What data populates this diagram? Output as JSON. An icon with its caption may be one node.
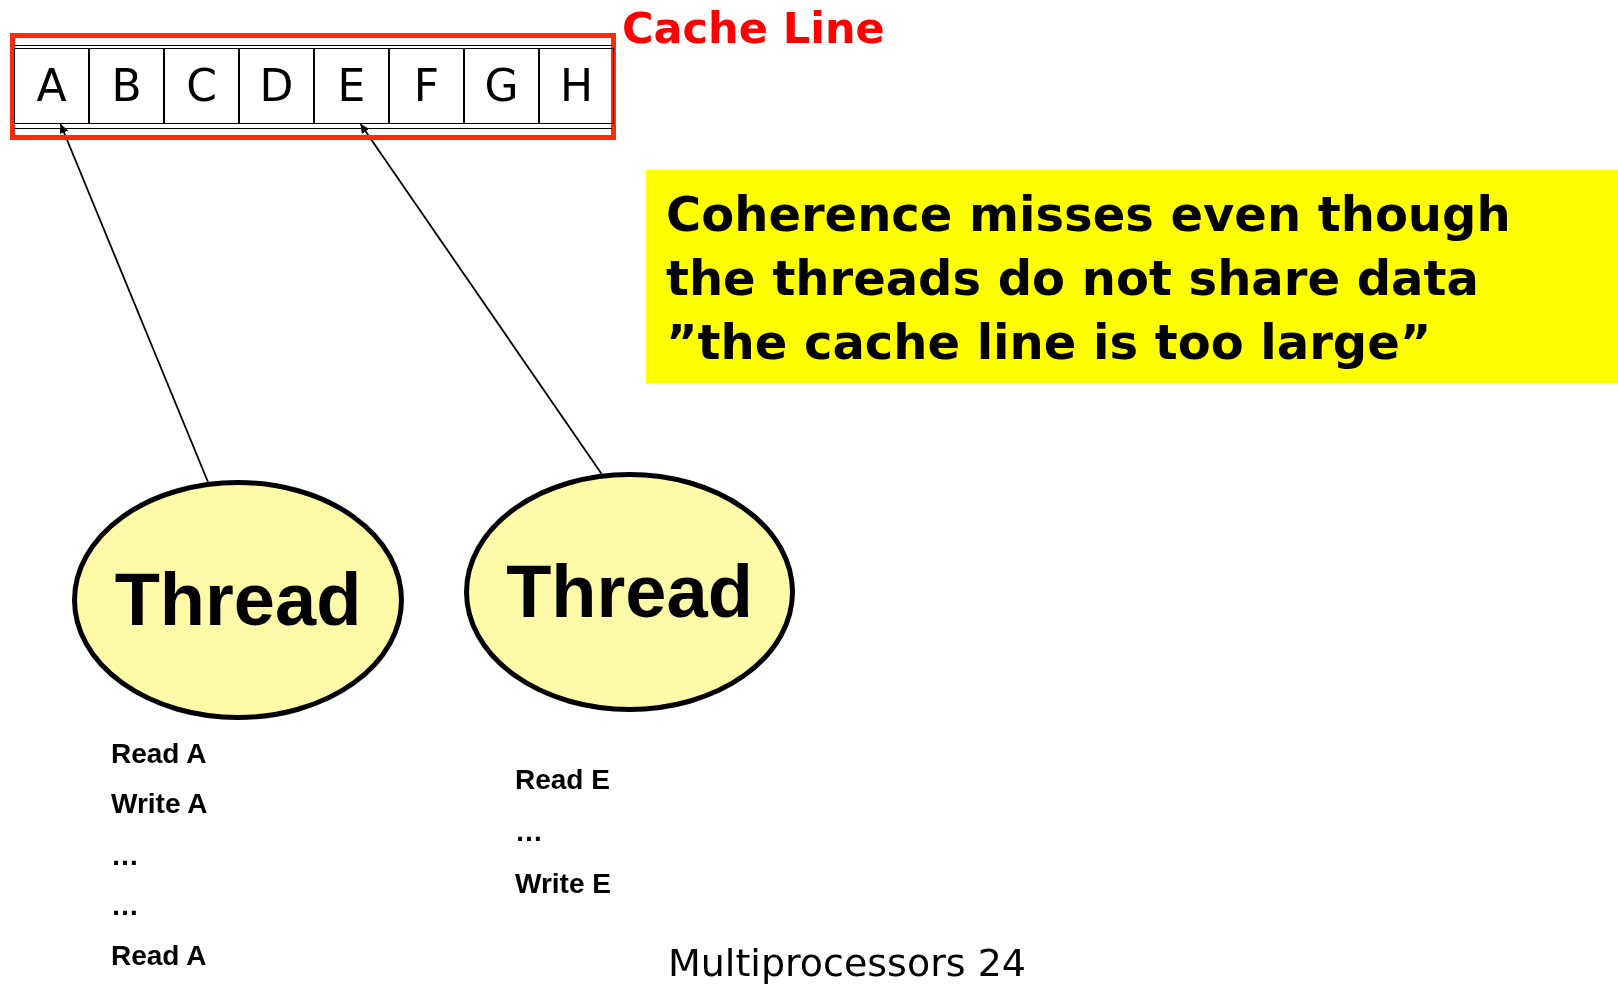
{
  "diagram": {
    "nodes": [
      {
        "text": [
          "Cache Line"
        ]
      },
      {
        "text": [
          "A"
        ],
        "in": 0
      },
      {
        "text": [
          "B"
        ],
        "in": 0
      },
      {
        "text": [
          "C"
        ],
        "in": 0
      },
      {
        "text": [
          "D"
        ],
        "in": 0
      },
      {
        "text": [
          "E"
        ],
        "in": 0
      },
      {
        "text": [
          "F"
        ],
        "in": 0
      },
      {
        "text": [
          "G"
        ],
        "in": 0
      },
      {
        "text": [
          "H"
        ],
        "in": 0
      },
      {
        "text": [
          "Thread"
        ]
      },
      {
        "text": [
          "Thread"
        ]
      },
      {
        "text": [
          "Coherence misses even though the threads do not share data",
          "”the cache line is too large”"
        ]
      }
    ],
    "edges": [
      {
        "from": 9,
        "to": 1,
        "arrow": "to"
      },
      {
        "from": 10,
        "to": 5,
        "arrow": "to"
      }
    ],
    "labels": [
      "Read A",
      "Write A",
      "…",
      "…",
      "Read A",
      "Read E",
      "…",
      "Write E",
      "Multiprocessors 24"
    ]
  }
}
